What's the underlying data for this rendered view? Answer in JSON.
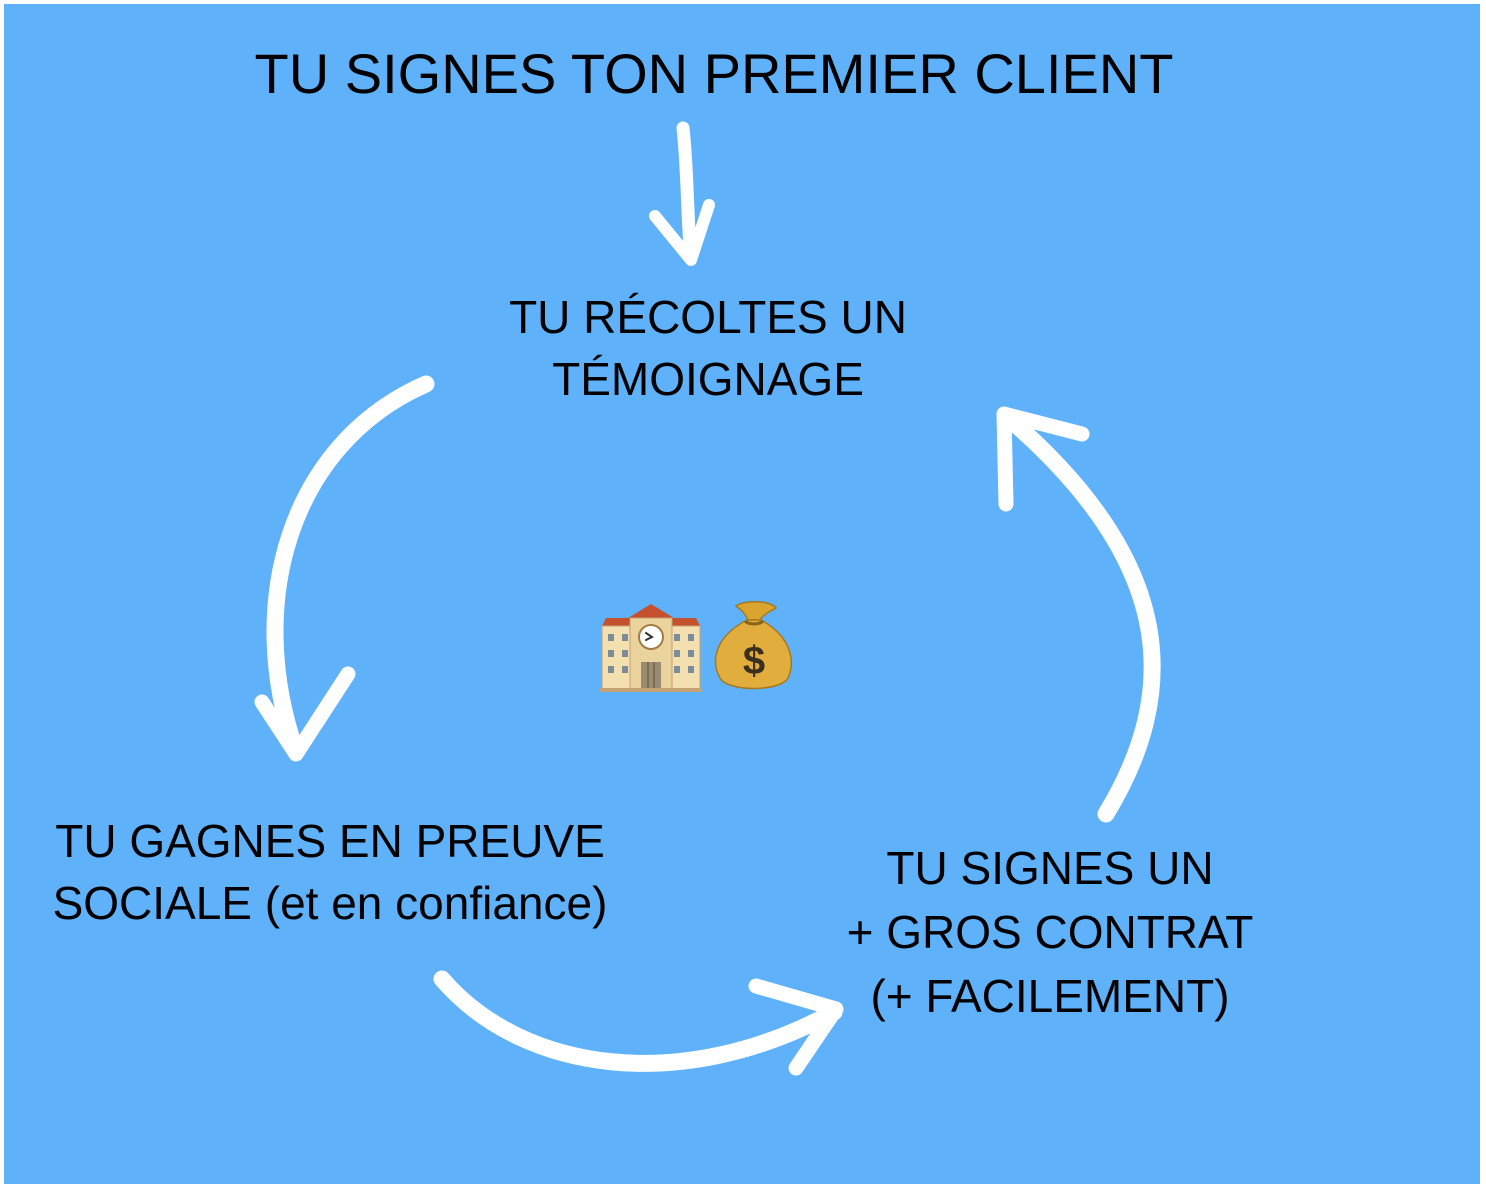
{
  "diagram": {
    "title": "TU SIGNES TON PREMIER CLIENT",
    "nodes": {
      "top": {
        "line1": "TU RÉCOLTES UN",
        "line2": "TÉMOIGNAGE"
      },
      "left": {
        "line1": "TU GAGNES EN PREUVE",
        "line2": "SOCIALE (et en confiance)"
      },
      "right": {
        "line1": "TU SIGNES UN",
        "line2": "+ GROS CONTRAT",
        "line3": "(+ FACILEMENT)"
      }
    },
    "center_icons": [
      "school-building-icon",
      "money-bag-icon"
    ],
    "colors": {
      "background": "#5fb2fa",
      "arrows": "#ffffff",
      "text": "#000000"
    }
  }
}
